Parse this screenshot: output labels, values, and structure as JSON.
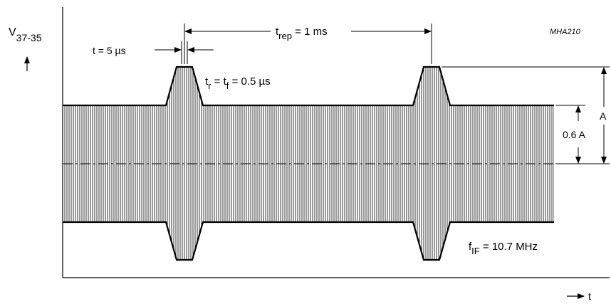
{
  "figure_id": "MHA210",
  "y_axis": {
    "main": "V",
    "sub": "37-35"
  },
  "x_axis": {
    "label": "t"
  },
  "labels": {
    "pulse_width": "t = 5 µs",
    "rise_fall": {
      "t1": "t",
      "s1": "r",
      "mid": " = t",
      "s2": "f",
      "tail": " = 0.5 µs"
    },
    "repetition": {
      "t": "t",
      "s": "rep",
      "tail": " = 1 ms"
    },
    "freq": {
      "f": "f",
      "s": "IF",
      "tail": " = 10.7 MHz"
    },
    "amp_full": "A",
    "amp_partial": "0.6 A"
  },
  "colors": {
    "ink": "#000000",
    "background": "#ffffff"
  }
}
